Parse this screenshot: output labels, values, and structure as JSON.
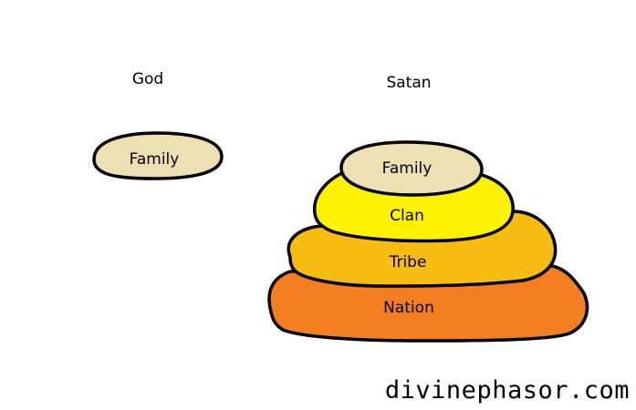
{
  "left_column": {
    "heading": "God",
    "shape": {
      "label": "Family",
      "fill": "#ede0b2"
    }
  },
  "right_column": {
    "heading": "Satan",
    "layers": [
      {
        "key": "nation",
        "label": "Nation",
        "fill": "#f47f20"
      },
      {
        "key": "tribe",
        "label": "Tribe",
        "fill": "#f7bc12"
      },
      {
        "key": "clan",
        "label": "Clan",
        "fill": "#fef200"
      },
      {
        "key": "family",
        "label": "Family",
        "fill": "#ede0b2"
      }
    ]
  },
  "watermark": "divinephasor.com"
}
